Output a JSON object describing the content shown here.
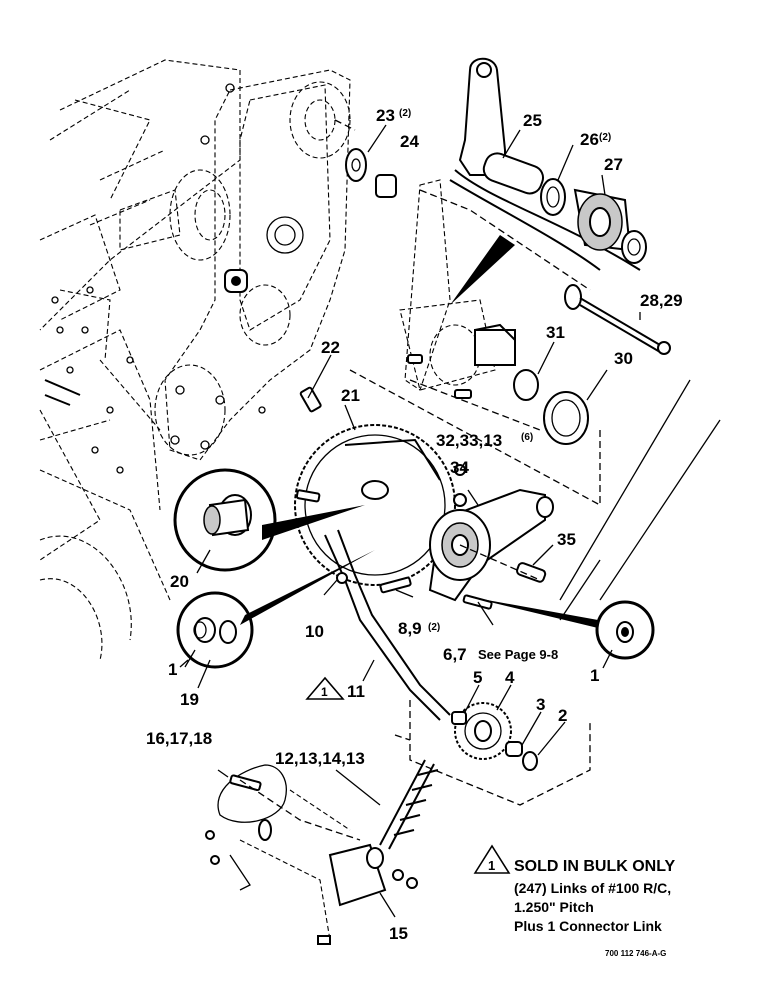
{
  "diagram": {
    "callouts": {
      "c1a": "1",
      "c1b": "1",
      "c2": "2",
      "c3": "3",
      "c4": "4",
      "c5": "5",
      "c6_7": "6,7",
      "see_page": "See Page 9-8",
      "c8_9": "8,9",
      "c8_9_qty": "(2)",
      "c10": "10",
      "c11": "11",
      "c12_14": "12,13,14,13",
      "c15": "15",
      "c16_18": "16,17,18",
      "c19": "19",
      "c20": "20",
      "c21": "21",
      "c22": "22",
      "c23": "23",
      "c23_qty": "(2)",
      "c24": "24",
      "c25": "25",
      "c26": "26",
      "c26_qty": "(2)",
      "c27": "27",
      "c28_29": "28,29",
      "c30": "30",
      "c31": "31",
      "c32_33": "32,33,13",
      "c32_33_qty": "(6)",
      "c34": "34",
      "c35": "35"
    },
    "note": {
      "marker": "1",
      "line1": "SOLD IN BULK ONLY",
      "line2": "(247) Links of #100 R/C,",
      "line3": "1.250\" Pitch",
      "line4": "Plus 1 Connector Link"
    },
    "triangle_marker": "1",
    "doc_number": "700 112 746-A-G"
  }
}
